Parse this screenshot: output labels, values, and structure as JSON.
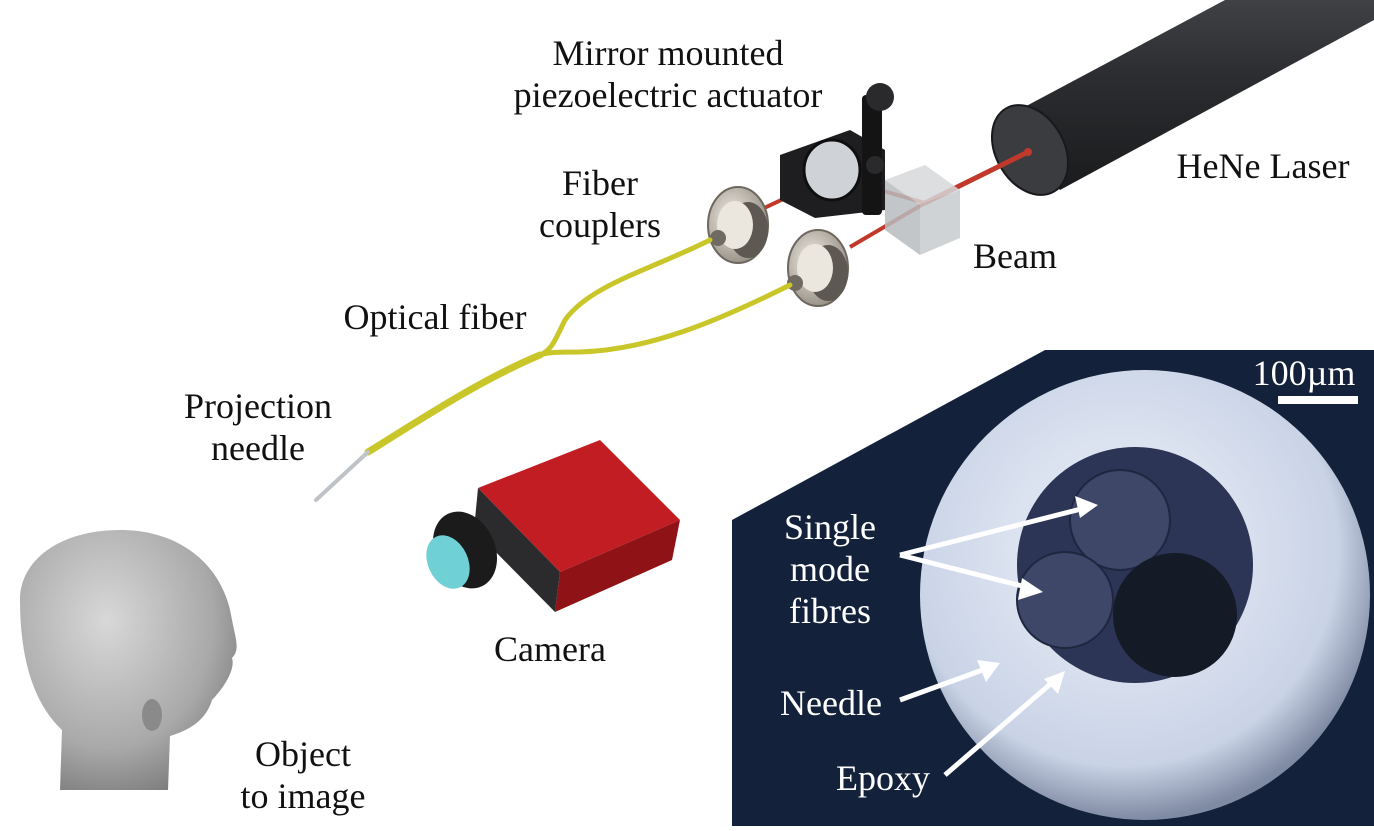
{
  "labels": {
    "mirror_line1": "Mirror mounted",
    "mirror_line2": "piezoelectric actuator",
    "fiber_couplers_line1": "Fiber",
    "fiber_couplers_line2": "couplers",
    "hene_laser": "HeNe Laser",
    "beam": "Beam",
    "optical_fiber": "Optical fiber",
    "projection_line1": "Projection",
    "projection_line2": "needle",
    "camera": "Camera",
    "object_line1": "Object",
    "object_line2": "to image"
  },
  "inset": {
    "scale_bar": "100µm",
    "single_line1": "Single",
    "single_line2": "mode",
    "single_line3": "fibres",
    "needle": "Needle",
    "epoxy": "Epoxy"
  },
  "colors": {
    "laser_body": "#2b2d30",
    "beam": "#c0392b",
    "fiber": "#c9c62a",
    "camera_red": "#d42026",
    "inset_bg": "#13213a",
    "head": "#b8b8b8"
  }
}
